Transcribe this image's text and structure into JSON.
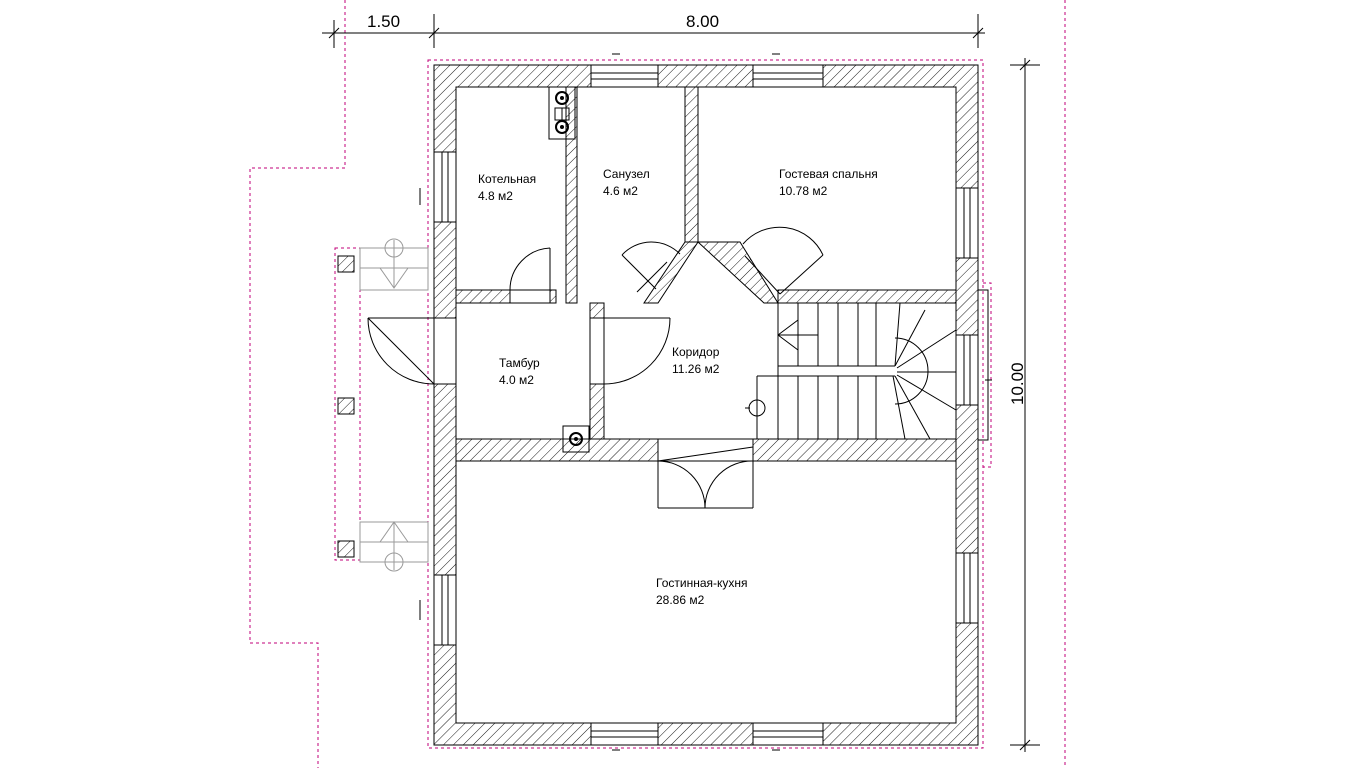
{
  "dimensions": {
    "left_width": "1.50",
    "main_width": "8.00",
    "height": "10.00"
  },
  "rooms": [
    {
      "name": "Котельная",
      "area": "4.8 м2"
    },
    {
      "name": "Санузел",
      "area": "4.6 м2"
    },
    {
      "name": "Гостевая спальня",
      "area": "10.78 м2"
    },
    {
      "name": "Тамбур",
      "area": "4.0 м2"
    },
    {
      "name": "Коридор",
      "area": "11.26 м2"
    },
    {
      "name": "Гостинная-кухня",
      "area": "28.86 м2"
    }
  ],
  "colors": {
    "walls": "#000000",
    "boundary_dashed": "#c0007a",
    "background": "#ffffff"
  }
}
